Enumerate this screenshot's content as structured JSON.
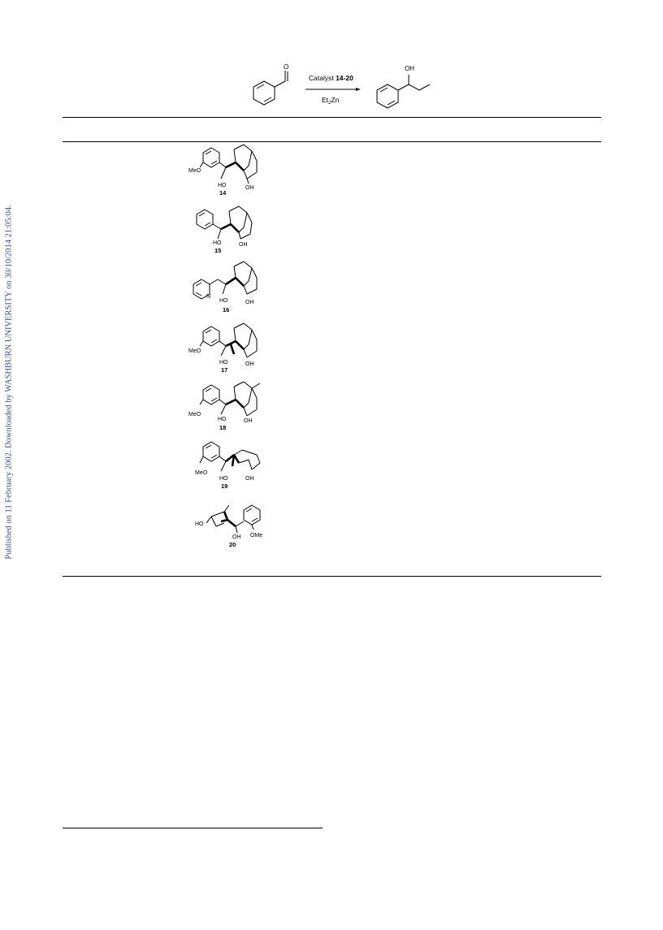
{
  "sidebar": {
    "text": "Published on 11 February 2002. Downloaded by WASHBURN UNIVERSITY on 30/10/2014 21:05:04."
  },
  "scheme": {
    "catalyst_prefix": "Catalyst ",
    "catalyst_range": "14-20",
    "reagent_main": "Et",
    "reagent_sub": "2",
    "reagent_tail": "Zn",
    "substrate_carbonyl_label": "O",
    "product_label": "OH"
  },
  "catalysts": [
    {
      "number": "14",
      "substituent": "MeO",
      "hydroxyl_1": "HO",
      "hydroxyl_2": "OH"
    },
    {
      "number": "15",
      "hydroxyl_1": "HO",
      "hydroxyl_2": "OH"
    },
    {
      "number": "16",
      "ring_atom": "N",
      "hydroxyl_1": "HO",
      "hydroxyl_2": "OH"
    },
    {
      "number": "17",
      "substituent": "MeO",
      "hydroxyl_1": "HO",
      "hydroxyl_2": "OH"
    },
    {
      "number": "18",
      "substituent": "MeO",
      "hydroxyl_1": "HO",
      "hydroxyl_2": "OH"
    },
    {
      "number": "19",
      "substituent": "MeO",
      "hydroxyl_1": "HO",
      "hydroxyl_2": "OH"
    },
    {
      "number": "20",
      "substituent": "OMe",
      "hydroxyl_1": "HO",
      "hydroxyl_2": "OH"
    }
  ]
}
